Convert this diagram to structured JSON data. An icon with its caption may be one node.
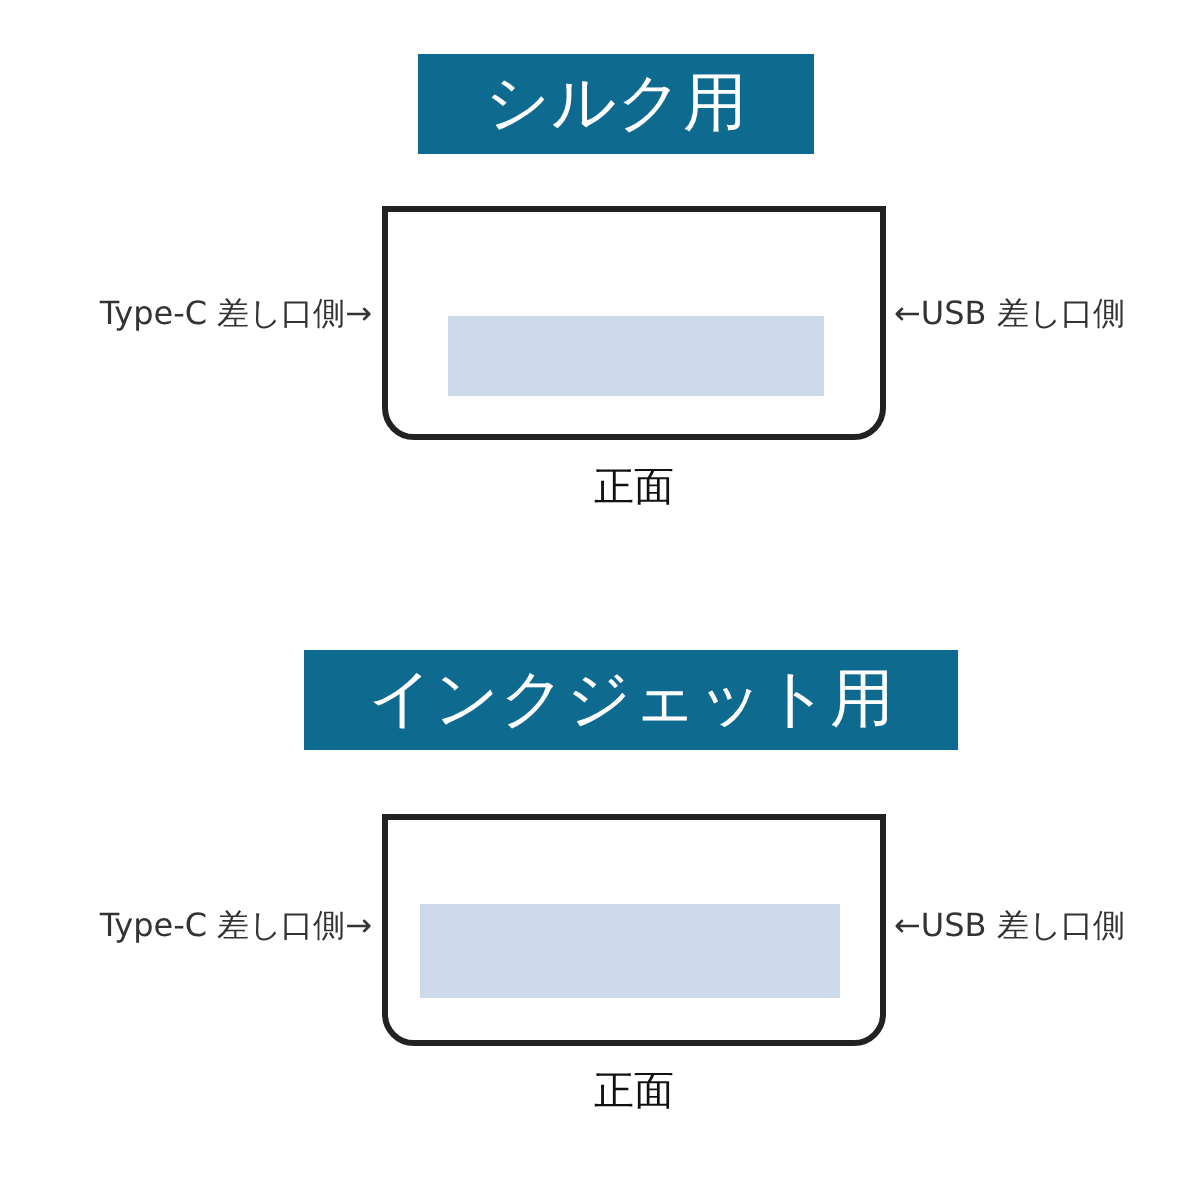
{
  "diagram": {
    "nodes": [
      {
        "text": [
          "シルク用"
        ]
      },
      {
        "text": [],
        "shape": "box",
        "beside": [
          "Type-C 差し口側→",
          "←USB 差し口側",
          "正面"
        ]
      },
      {
        "text": [],
        "shape": "box",
        "in": 1
      },
      {
        "text": [
          "インクジェット用"
        ]
      },
      {
        "text": [],
        "shape": "box",
        "beside": [
          "Type-C 差し口側→",
          "←USB 差し口側",
          "正面"
        ]
      },
      {
        "text": [],
        "shape": "box",
        "in": 4
      }
    ]
  }
}
